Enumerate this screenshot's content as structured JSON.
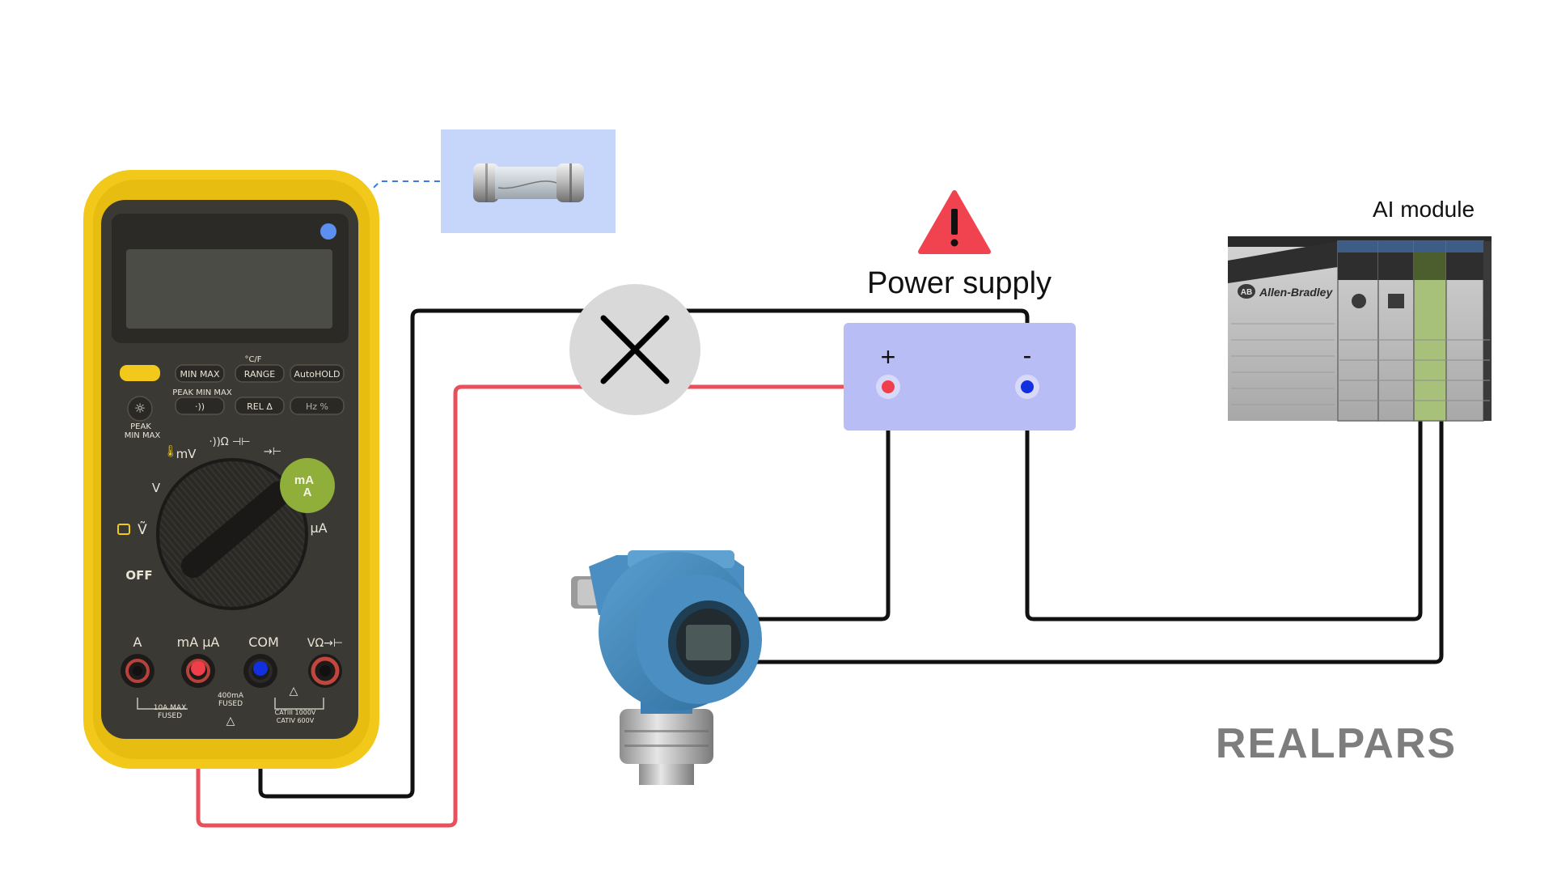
{
  "diagram": {
    "warning_icon": "warning-triangle-icon",
    "power_supply": {
      "label": "Power supply",
      "plus_label": "+",
      "minus_label": "-"
    },
    "ai_module": {
      "label": "AI module",
      "brand": "Allen-Bradley",
      "brand_badge": "AB"
    },
    "broken_connection_icon": "x-mark-icon",
    "fuse_icon": "glass-fuse-icon",
    "logo": "REALPARS",
    "colors": {
      "positive_wire": "#e8505b",
      "negative_wire": "#111111",
      "positive_terminal": "#f03e4a",
      "negative_terminal": "#1230e0",
      "power_supply_box": "#b9bdf6",
      "fuse_box": "#c6d6fb",
      "warning": "#f0434f",
      "multimeter_body": "#f2c81b",
      "multimeter_face": "#3b3934",
      "transmitter": "#3d7fb3",
      "ma_highlight": "#8fae3a"
    }
  },
  "multimeter": {
    "cf_label": "°C/F",
    "buttons": {
      "min_max": "MIN MAX",
      "range": "RANGE",
      "autohold": "AutoHOLD",
      "peak_min_max": "PEAK MIN MAX",
      "rel": "REL Δ",
      "hz": "Hz %",
      "sound": "·))"
    },
    "peak_label_1": "PEAK",
    "peak_label_2": "MIN MAX",
    "dial": {
      "mv": "mV",
      "ohm": "·))Ω ⊣⊢",
      "diode": "→⊢",
      "v_dc": "V",
      "v_ac": "Ṽ",
      "ma_a_1": "mA",
      "ma_a_2": "A",
      "ua": "μA",
      "off": "OFF"
    },
    "jacks": {
      "a": "A",
      "ma_ua": "mA μA",
      "com": "COM",
      "volt": "VΩ→⊢"
    },
    "ratings": {
      "a_max_1": "10A MAX",
      "a_max_2": "FUSED",
      "ma_fused_1": "400mA",
      "ma_fused_2": "FUSED",
      "cat_1": "CATIII 1000V",
      "cat_2": "CATIV 600V"
    }
  }
}
